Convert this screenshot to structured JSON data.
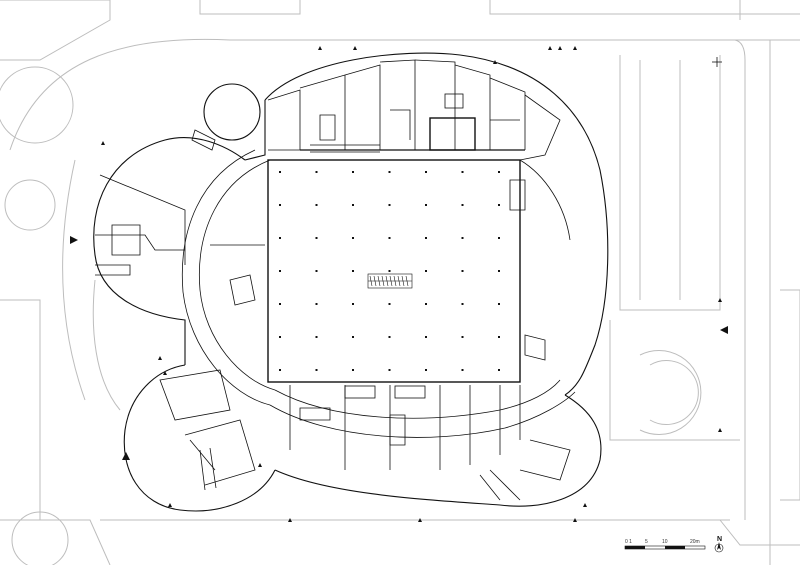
{
  "scale_bar": {
    "labels": [
      "0 1",
      "5",
      "10",
      "20m"
    ]
  },
  "north_arrow": {
    "label": "N"
  },
  "icons": [
    "north-arrow-icon",
    "entrance-arrow-icon",
    "compass-cross-icon"
  ],
  "colors": {
    "ink": "#111111",
    "light": "#bdbdbd",
    "paper": "#ffffff"
  }
}
